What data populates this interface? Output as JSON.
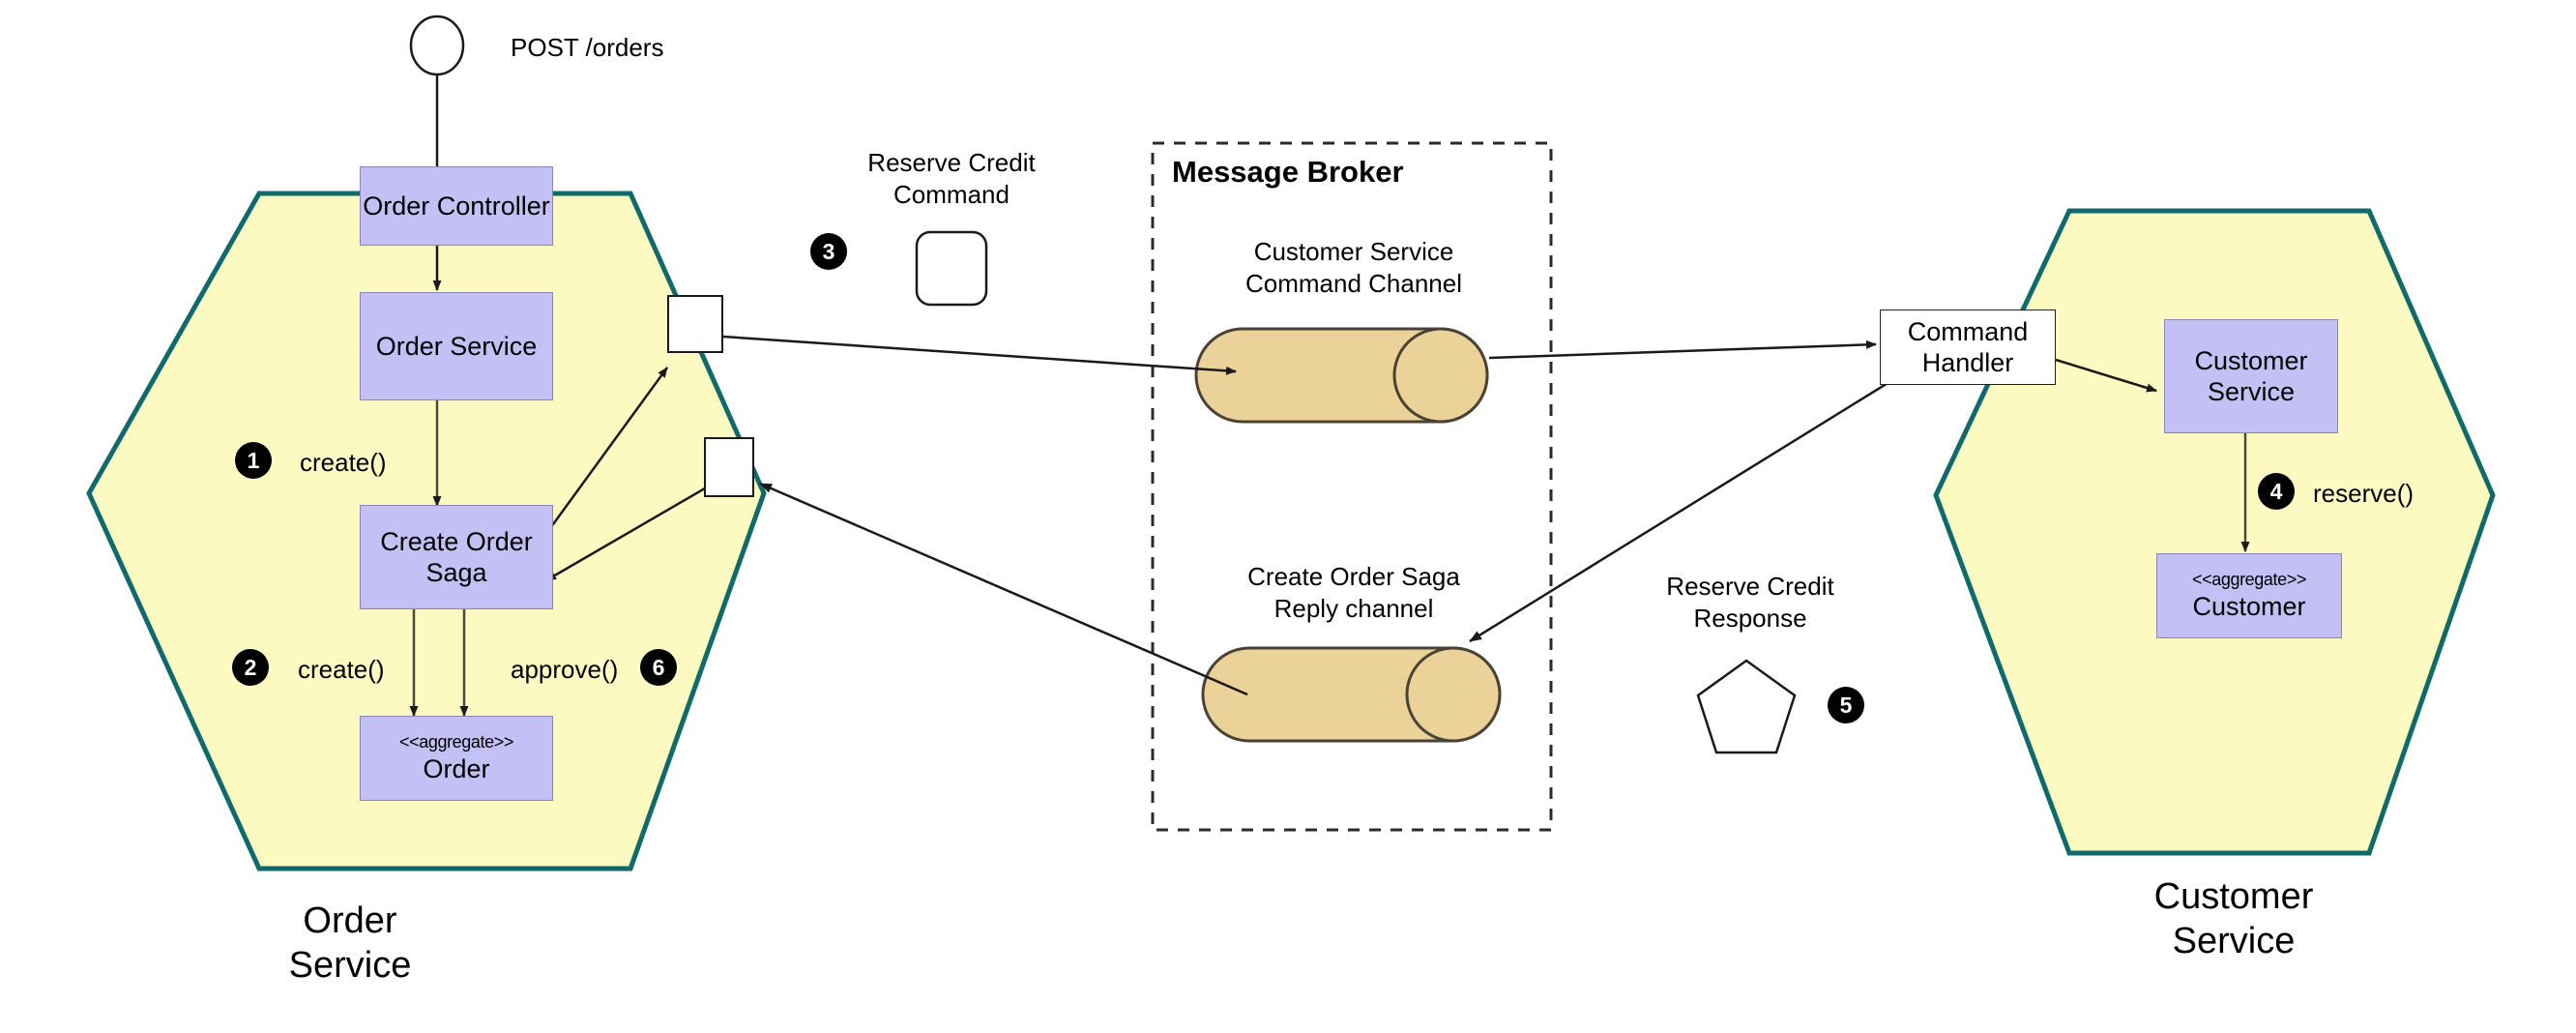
{
  "diagram": {
    "type": "saga-orchestration-architecture",
    "background": "#ffffff",
    "colors": {
      "hexagon_fill": "#fcfac0",
      "hexagon_stroke": "#0f6b6b",
      "component_fill": "#c3c0f5",
      "component_stroke": "#8a87b8",
      "channel_fill": "#ebd298",
      "channel_stroke": "#4a4235",
      "badge_fill": "#000000",
      "badge_text": "#ffffff",
      "line": "#1a1a1a"
    }
  },
  "entrypoint": {
    "shape": "circle",
    "label": "POST /orders"
  },
  "order_service": {
    "caption": "Order\nService",
    "components": [
      {
        "id": "order-controller",
        "label": "Order\nController"
      },
      {
        "id": "order-service",
        "label": "Order\nService"
      },
      {
        "id": "create-order-saga",
        "label": "Create\nOrder\nSaga"
      },
      {
        "id": "order-aggregate",
        "stereotype": "<<aggregate>>",
        "label": "Order"
      }
    ],
    "ports": [
      {
        "id": "outbound-command-port"
      },
      {
        "id": "inbound-reply-port"
      }
    ],
    "steps": [
      {
        "number": "1",
        "label": "create()"
      },
      {
        "number": "2",
        "label": "create()"
      },
      {
        "number": "6",
        "label": "approve()"
      }
    ]
  },
  "messages": {
    "reserve_credit_command": {
      "label": "Reserve Credit\nCommand",
      "shape": "rounded-square",
      "step": "3"
    },
    "reserve_credit_response": {
      "label": "Reserve Credit\nResponse",
      "shape": "pentagon",
      "step": "5"
    }
  },
  "message_broker": {
    "title": "Message Broker",
    "channels": [
      {
        "id": "customer-service-command-channel",
        "label": "Customer Service\nCommand Channel"
      },
      {
        "id": "create-order-saga-reply-channel",
        "label": "Create Order Saga\nReply channel"
      }
    ]
  },
  "customer_service": {
    "caption": "Customer\nService",
    "command_handler": {
      "label": "Command\nHandler"
    },
    "components": [
      {
        "id": "customer-service",
        "label": "Customer\nService"
      },
      {
        "id": "customer-aggregate",
        "stereotype": "<<aggregate>>",
        "label": "Customer"
      }
    ],
    "steps": [
      {
        "number": "4",
        "label": "reserve()"
      }
    ]
  }
}
